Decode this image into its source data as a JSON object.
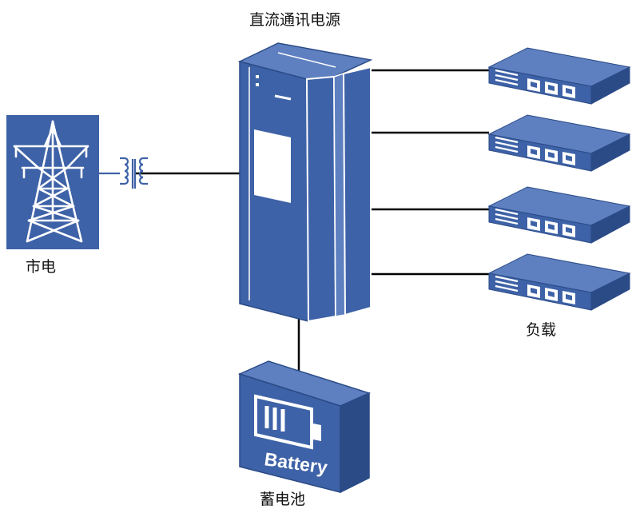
{
  "labels": {
    "power_supply": "直流通讯电源",
    "grid": "市电",
    "load": "负载",
    "battery": "蓄电池"
  },
  "battery_text": "Battery",
  "colors": {
    "primary_blue": "#3e62a7",
    "dark_blue": "#2b4b87",
    "light_blue": "#5e80c0",
    "line": "#000000",
    "white": "#ffffff"
  },
  "icons": [
    "transmission-tower-icon",
    "transformer-icon",
    "power-cabinet-icon",
    "network-switch-icon",
    "battery-icon"
  ]
}
